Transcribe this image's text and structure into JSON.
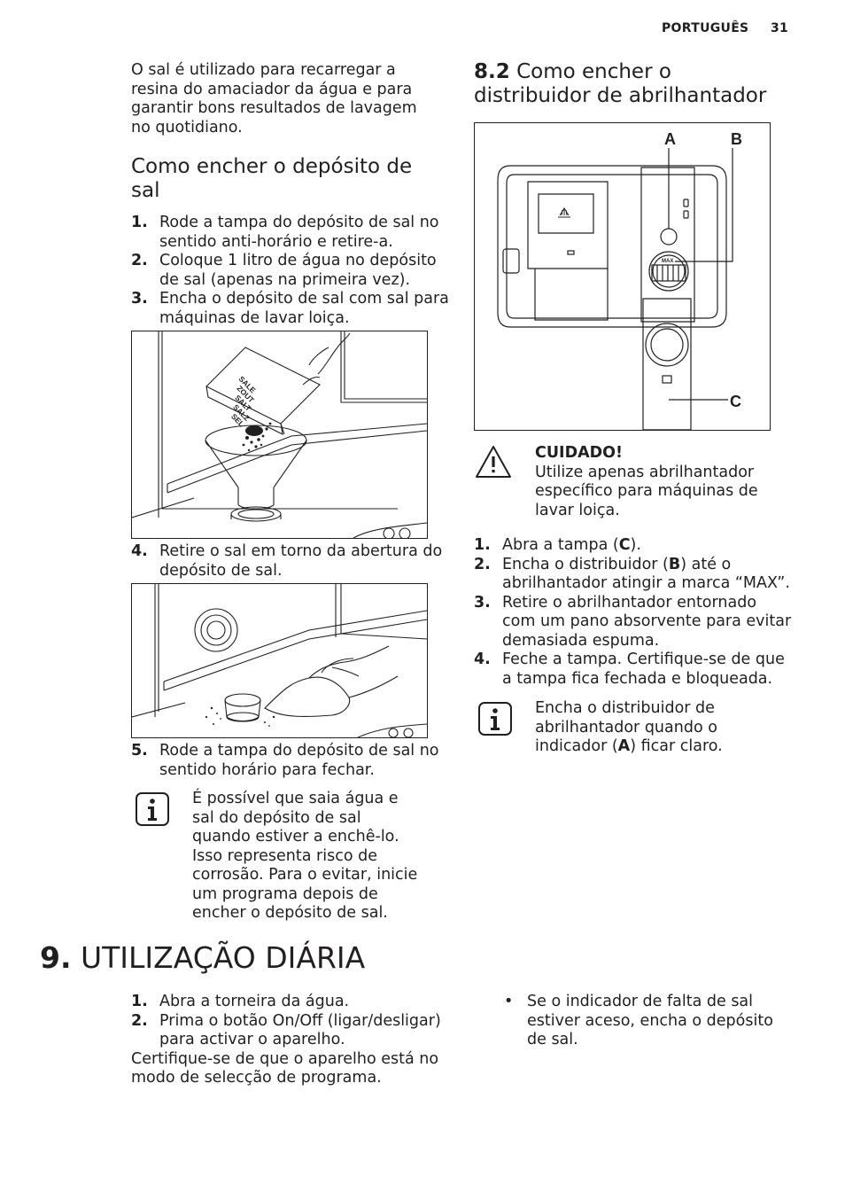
{
  "header": {
    "language": "PORTUGUÊS",
    "page_number": "31"
  },
  "left": {
    "intro": "O sal é utilizado para recarregar a resina do amaciador da água e para garantir bons resultados de lavagem no quotidiano.",
    "salt_heading": "Como encher o depósito de sal",
    "steps_a": [
      {
        "num": "1.",
        "text": "Rode a tampa do depósito de sal no sentido anti-horário e retire-a."
      },
      {
        "num": "2.",
        "text": "Coloque 1 litro de água no depósito de sal (apenas na primeira vez)."
      },
      {
        "num": "3.",
        "text": "Encha o depósito de sal com sal para máquinas de lavar loiça."
      }
    ],
    "salt_box_labels": [
      "SALE",
      "ZOUT",
      "SALT",
      "SALZ",
      "SEL"
    ],
    "step4": {
      "num": "4.",
      "text": "Retire o sal em torno da abertura do depósito de sal."
    },
    "step5": {
      "num": "5.",
      "text": "Rode a tampa do depósito de sal no sentido horário para fechar."
    },
    "info_note": "É possível que saia água e sal do depósito de sal quando estiver a enchê-lo. Isso representa risco de corrosão. Para o evitar, inicie um programa depois de encher o depósito de sal."
  },
  "right": {
    "section_number": "8.2",
    "section_title": "Como encher o distribuidor de abrilhantador",
    "figure_labels": {
      "a": "A",
      "b": "B",
      "c": "C",
      "max": "MAX"
    },
    "caution_title": "CUIDADO!",
    "caution_text": "Utilize apenas abrilhantador específico para máquinas de lavar loiça.",
    "steps": [
      {
        "num": "1.",
        "pre": "Abra a tampa (",
        "bold": "C",
        "post": ")."
      },
      {
        "num": "2.",
        "pre": "Encha o distribuidor (",
        "bold": "B",
        "post": ") até o abrilhantador atingir a marca “MAX”."
      },
      {
        "num": "3.",
        "pre": "Retire o abrilhantador entornado com um pano absorvente para evitar demasiada espuma.",
        "bold": "",
        "post": ""
      },
      {
        "num": "4.",
        "pre": "Feche a tampa. Certifique-se de que a tampa fica fechada e bloqueada.",
        "bold": "",
        "post": ""
      }
    ],
    "info_pre": "Encha o distribuidor de abrilhantador quando o indicador (",
    "info_bold": "A",
    "info_post": ") ficar claro."
  },
  "chapter": {
    "number": "9.",
    "title": "UTILIZAÇÃO DIÁRIA"
  },
  "daily": {
    "steps": [
      {
        "num": "1.",
        "text": "Abra a torneira da água."
      },
      {
        "num": "2.",
        "text": "Prima o botão On/Off (ligar/desligar) para activar o aparelho."
      }
    ],
    "note": "Certifique-se de que o aparelho está no modo de selecção de programa.",
    "bullet": "Se o indicador de falta de sal estiver aceso, encha o depósito de sal."
  }
}
